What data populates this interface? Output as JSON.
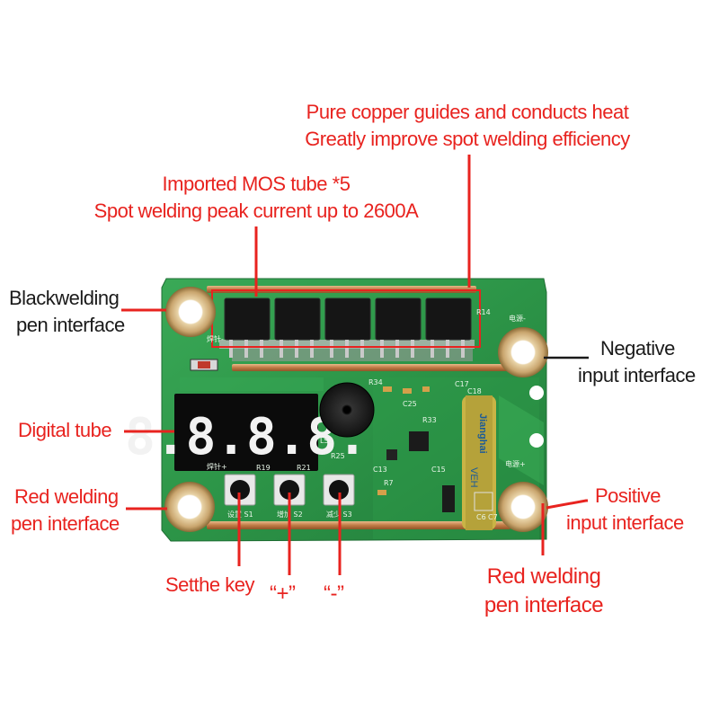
{
  "annotations": {
    "copper": {
      "line1": "Pure copper guides and conducts heat",
      "line2": "Greatly improve spot welding efficiency"
    },
    "mos": {
      "line1": "Imported MOS tube *5",
      "line2": "Spot welding peak current up to 2600A"
    },
    "black_pen": {
      "line1": "Blackwelding",
      "line2": "pen interface"
    },
    "negative": {
      "line1": "Negative",
      "line2": "input interface"
    },
    "digital": {
      "line1": "Digital tube"
    },
    "red_pen_left": {
      "line1": "Red welding",
      "line2": "pen interface"
    },
    "positive": {
      "line1": "Positive",
      "line2": "input interface"
    },
    "set_key": {
      "line1": "Setthe key"
    },
    "plus_key": {
      "line1": "“+”"
    },
    "minus_key": {
      "line1": "“-”"
    },
    "red_pen_right": {
      "line1": "Red welding",
      "line2": "pen interface"
    }
  },
  "board": {
    "display_digits": "8.8.8.8.",
    "silkscreen": {
      "power_top": "电源-",
      "power_bottom": "电源+",
      "pen_top": "焊针-",
      "pen_bottom": "焊针+",
      "btn_set": "设置 S1",
      "btn_plus": "增加 S2",
      "btn_minus": "减少 S3",
      "cap_brand": "Jianghai",
      "cap_model": "VEH",
      "ls1": "LS1",
      "r14": "R14",
      "r34": "R34",
      "r33": "R33",
      "r19": "R19",
      "r21": "R21",
      "r25": "R25",
      "c6": "C6",
      "c7": "C7",
      "c13": "C13",
      "c15": "C15",
      "c17": "C17",
      "c18": "C18",
      "c25": "C25",
      "r7": "R7"
    }
  },
  "colors": {
    "annotation_red": "#e8231f",
    "pcb_green": "#2e9a4a",
    "copper": "#c88a55",
    "pad_ring": "#c9a56e"
  }
}
